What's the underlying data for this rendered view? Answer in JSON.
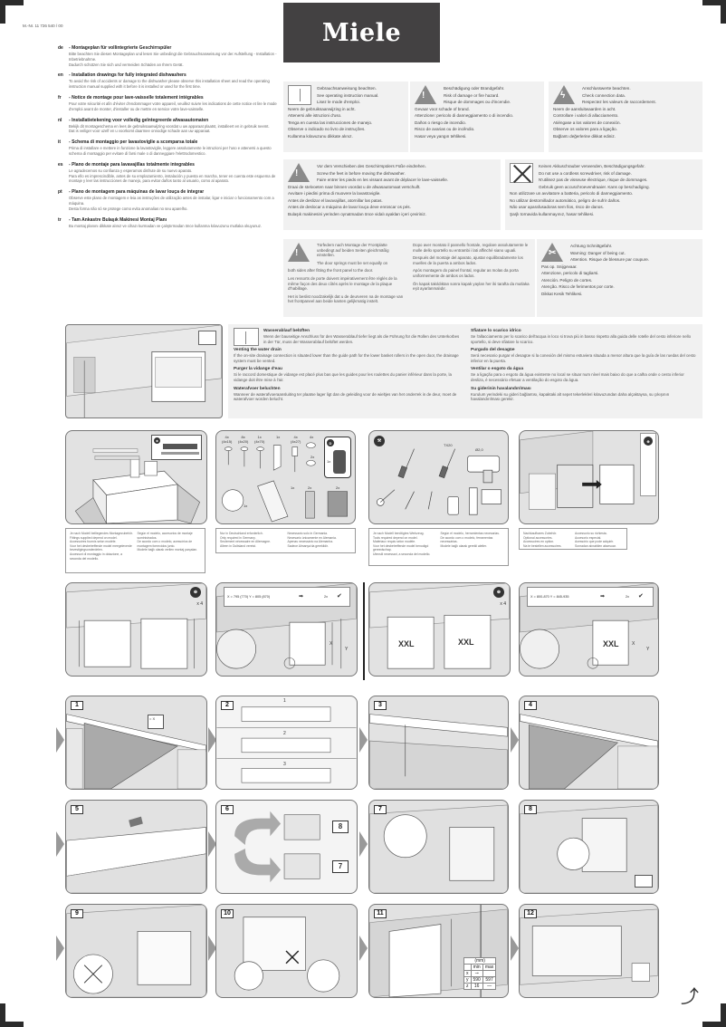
{
  "header": {
    "doc_number": "M.-Nr. 11 726 540 / 00",
    "brand": "Miele"
  },
  "intro": [
    {
      "code": "de",
      "title": "Montageplan für vollintegrierte Geschirrspüler",
      "body": [
        "Bitte beachten Sie diesen Montageplan und lesen Sie unbedingt die Gebrauchsanweisung vor der Aufstellung - Installation - Inbetriebnahme.",
        "Dadurch schützen Sie sich und vermeiden Schäden an Ihrem Gerät."
      ]
    },
    {
      "code": "en",
      "title": "Installation drawings for fully integrated dishwashers",
      "body": [
        "To avoid the risk of accidents or damage to the dishwasher please observe this installation sheet and read the operating instruction manual supplied with it before it is installed or used for the first time."
      ]
    },
    {
      "code": "fr",
      "title": "Notice de montage pour lave-vaisselle totalement intégrables",
      "body": [
        "Pour votre sécurité et afin d'éviter d'endommager votre appareil, veuillez suivre les indications de cette notice et lire le mode d'emploi avant de monter, d'installer ou de mettre en service votre lave-vaisselle."
      ]
    },
    {
      "code": "nl",
      "title": "Installatietekening voor volledig geïntegreerde afwasautomaten",
      "body": [
        "Bekijk dit montageschema en lees de gebruiksaanwijzing voordat u uw apparaat plaatst, installeert en in gebruik neemt.",
        "Dat is veiliger voor uzelf en u voorkomt daarmee onnodige schade aan uw apparaat."
      ]
    },
    {
      "code": "it",
      "title": "Schema di montaggio per lavastoviglie a scomparsa totale",
      "body": [
        "Prima di installare e mettere in funzione la lavastoviglie, leggere assolutamente le istruzioni per l'uso e attenersi a questo schema di montaggio per evitare di farsi male o di danneggiare l'elettrodomestico."
      ]
    },
    {
      "code": "es",
      "title": "Plano de montaje para lavavajillas totalmente integrables",
      "body": [
        "Le agradecemos su confianza y esperamos disfrute de su nuevo aparato.",
        "Para ello es imprescindible, antes de su emplazamiento, instalación y puesta en marcha, tener en cuenta este esquema de montaje y leer las instrucciones de manejo, para evitar daños tanto al usuario, como al aparato."
      ]
    },
    {
      "code": "pt",
      "title": "Plano de montagem para máquinas de lavar louça de integrar",
      "body": [
        "Observe este plano de montagem e leia as instruções de utilização antes de instalar, ligar e iniciar o funcionamento com a máquina.",
        "Desta forma não só se protege como evita anomalias no seu aparelho."
      ]
    },
    {
      "code": "tr",
      "title": "Tam Ankastre Bulaşık Makinesi Montaj Planı",
      "body": [
        "Bu montaj planını dikkate alınız ve cihazı kurmadan ve çalıştırmadan önce kullanma kılavuzunu mutlaka okuyunuz."
      ]
    }
  ],
  "warnings": {
    "manual": {
      "icon": "book-icon",
      "head": [
        "Gebrauchsanweisung beachten.",
        "See operating instruction manual.",
        "Lisez le mode d'emploi."
      ],
      "rest": [
        "Neem de gebruiksaanwijzing in acht.",
        "Attenersi alle istruzioni d'uso.",
        "Tenga en cuenta las instrucciones de manejo.",
        "Observe o indicado no livro de instruções.",
        "Kullanma kılavuzunu dikkate alınız."
      ]
    },
    "fire": {
      "icon": "warning-triangle-icon",
      "head": [
        "Beschädigung oder Brandgefahr.",
        "Risk of damage or fire hazard.",
        "Risque de dommages ou d'incendie."
      ],
      "rest": [
        "Gevaar voor schade of brand.",
        "Attenzione: pericolo di danneggiamento o di incendio.",
        "Daños o riesgo de incendio.",
        "Risco de avarias ou de incêndio.",
        "Hasar veya yangın tehlikesi."
      ]
    },
    "connection": {
      "icon": "electric-warning-icon",
      "head": [
        "Anschlusswerte beachten.",
        "Check connection data.",
        "Respectez les valeurs de raccordement."
      ],
      "rest": [
        "Neem de aansluitwaarden in acht.",
        "Controllare i valori di allacciamento.",
        "Atiéngase a los valores de conexión.",
        "Observe os valores para a ligação.",
        "Bağlantı değerlerine dikkat ediniz."
      ]
    },
    "feet": {
      "icon": "warning-triangle-icon",
      "head": [
        "Vor dem Verschieben des Geschirrspülers Füße eindrehen.",
        "Screw the feet in before moving the dishwasher.",
        "Faire entrer les pieds en les vissant avant de déplacer le lave-vaisselle."
      ],
      "rest": [
        "Draai de stelvoeten naar binnen voordat u de afwasautomaat verschuift.",
        "Avvitare i piedini prima di muovere la lavastoviglie.",
        "Antes de deslizar el lavavajillas, atornillar las patas.",
        "Antes de deslocar a máquina de lavar louça deve enroscar os pés.",
        "Bulaşık makinesini yerinden oynatmadan önce vidalı ayakları içeri çeviriniz."
      ]
    },
    "screwdriver": {
      "icon": "no-cordless-screwdriver-icon",
      "head": [
        "Keinen Akkuschrauber verwenden, Beschädigungsgefahr.",
        "Do not use a cordless screwdriver, risk of damage.",
        "N'utilisez pas de visseuse électrique, risque de dommages.",
        "Gebruik geen accuschroevendraaier. Kans op beschadiging."
      ],
      "rest": [
        "Non utilizzare un avvitatore a batteria, pericolo di danneggiamento.",
        "No utilizar destornillador automático, peligro de sufrir daños.",
        "Não usar aparafusadoras sem fios, risco de danos.",
        "Şarjlı tornavida kullanmayınız, hasar tehlikesi."
      ]
    },
    "springs": {
      "icon": "warning-triangle-icon",
      "head": [
        "Türfedern nach Montage der Frontplatte unbedingt auf beiden Seiten gleichmäßig einstellen.",
        "The door springs must be set equally on"
      ],
      "rest": [
        "both sides after fitting the front panel to the door.",
        "Les ressorts de porte doivent impérativement être réglés de la même façon des deux côtés après le montage de la plaque d'habillage.",
        "Het is beslist noodzakelijk dat u de deurveren na de montage van het frontpaneel aan beide kanten gelijkmatig instelt."
      ],
      "col2": [
        "Dopo aver montato il pannello frontale, regolare assolutamente le molle dello sportello su entrambi i lati affinché siano uguali.",
        "Después del montaje del aparato, ajustar equilibradamente los muelles de la puerta a ambos lados.",
        "Após montagem do painel frontal, regular as molas da porta uniformemente de ambos os lados.",
        "Ön kapak takıldıktan sonra kapak yayları her iki tarafta da mutlaka eşit ayarlanmalıdır."
      ]
    },
    "cut": {
      "icon": "cut-hazard-icon",
      "head": [
        "Achtung Schnittgefahr.",
        "Warning: Danger of being cut.",
        "Attention. Risque de blessure par coupure."
      ],
      "rest": [
        "Pas op. Snijgevaar.",
        "Attenzione, pericolo di tagliarsi.",
        "Atención. Peligro de cortes.",
        "Atenção. Risco de ferimentos por corte.",
        "Dikkat Kesik Tehlikesi."
      ]
    }
  },
  "venting": {
    "col1": [
      {
        "title": "Wasserablauf belüften",
        "text": "Wenn der bauseitige Anschluss für den Wasserablauf tiefer liegt als die Führung für die Rollen des Unterkorbes in der Tür, muss der Wasserablauf belüftet werden."
      },
      {
        "title": "Venting the water drain",
        "text": "If the on-site drainage connection is situated lower than the guide path for the lower basket rollers in the open door, the drainage system must be vented."
      },
      {
        "title": "Purger la vidange d'eau",
        "text": "Si le raccord domestique de vidange est placé plus bas que les guides pour les roulettes du panier inférieur dans la porte, la vidange doit être mise à l'air."
      },
      {
        "title": "Waterafvoer beluchten",
        "text": "Wanneer de waterafvoeraansluiting ter plaatse lager ligt dan de geleiding voor de wieltjes van het onderrek in de deur, moet de waterafvoer worden belucht."
      }
    ],
    "col2": [
      {
        "title": "Sfiatare lo scarico idrico",
        "text": "Se l'allacciamento per lo scarico dell'acqua in loco si trova più in basso rispetto alla guida delle rotelle del cesto inferiore nello sportello, si deve sfiatare lo scarico."
      },
      {
        "title": "Purgado del desagüe",
        "text": "Será necesario purgar el desagüe si la conexión del mismo estuviera situada a menor altura que la guía de las ruedas del cesto inferior en la puerta."
      },
      {
        "title": "Ventilar o esgoto da água",
        "text": "Se a ligação para o esgoto da água existente no local se situar num nível mais baixo do que a calha onde o cesto inferior desliza, é necessário efetuar a ventilação do esgoto da água."
      },
      {
        "title": "Su giderinin havalandırılması",
        "text": "Kurulum yerindeki su gideri bağlantısı, kapaktaki alt sepet tekerlekleri kılavuzundan daha alçaktaysa, su çıkışının havalandırılması gerekir."
      }
    ]
  },
  "parts": {
    "quantities": [
      {
        "qty": "4x",
        "size": "(4x15)"
      },
      {
        "qty": "8x",
        "size": "(4x20)"
      },
      {
        "qty": "1x",
        "size": "(4x70)"
      },
      {
        "qty": "1x",
        "size": ""
      },
      {
        "qty": "4x",
        "size": "(4x27)"
      },
      {
        "qty": "4x",
        "size": ""
      },
      {
        "qty": "2x",
        "size": ""
      },
      {
        "qty": "1x",
        "size": ""
      },
      {
        "qty": "1x",
        "size": ""
      },
      {
        "qty": "1x",
        "size": ""
      },
      {
        "qty": "2x",
        "size": ""
      },
      {
        "qty": "2x",
        "size": ""
      }
    ],
    "badge_d": "D"
  },
  "tools": {
    "drill": "Ø2,0",
    "drill_bit": "TX20"
  },
  "notes": {
    "fittings": {
      "col1": [
        "Je nach Modell beiliegendes Montagezubehör.",
        "Fittings supplied depend on model.",
        "Accessoires fournis selon modèle.",
        "Voor het desbetreffende model meegeleverde bevestigingsonderdelen.",
        "Accessori di montaggio in dotazione, a seconda del modello."
      ],
      "col2": [
        "Según el modelo, accesorios de montaje suministrados.",
        "De acordo com o modelo, acessórios de montagem fornecidos junto.",
        "Modele bağlı olarak verilen montaj parçaları."
      ]
    },
    "germany": {
      "col1": [
        "Nur in Deutschland erforderlich.",
        "Only required in Germany.",
        "Seulement nécessaire en Allemagne.",
        "Alleen in Duitsland vereist."
      ],
      "col2": [
        "Necessario solo in Germania.",
        "Necesario únicamente en Alemania.",
        "Apenas necessário na Alemanha.",
        "Sadece Almanya'da gereklidir."
      ]
    },
    "tools": {
      "col1": [
        "Je nach Modell benötigtes Werkzeug.",
        "Tools required depend on model.",
        "Matériaux requis selon modèle.",
        "Voor het desbetreffende model benodigd gereedschap.",
        "Utensili necessari, a seconda del modello."
      ],
      "col2": [
        "Según el modelo, herramientas necesarias.",
        "De acordo com o modelo, ferramentas necessárias.",
        "Modele bağlı olarak gerekli aletler."
      ]
    },
    "optional": {
      "col1": [
        "Nachkaufbares Zubehör.",
        "Optional accessories.",
        "Accessoires en option.",
        "Na te bestellen accessoires."
      ],
      "col2": [
        "Accessorio su richiesta.",
        "Accesorio especial.",
        "Acessório que pode adquirir.",
        "Sonradan alınabilen aksesuar."
      ]
    }
  },
  "dimensions": {
    "standard": "X = 795 (770) Y = 805 (870)",
    "xxl": "X = 800-870 Y = 845-935",
    "multiplier": "2x",
    "qty_x4": "x 4",
    "xxl_label": "XXL",
    "axis_x": "X",
    "axis_y": "Y"
  },
  "steps": [
    {
      "num": "1",
      "label": "= X"
    },
    {
      "num": "2",
      "substeps": [
        "1",
        "2",
        "3"
      ]
    },
    {
      "num": "3"
    },
    {
      "num": "4"
    },
    {
      "num": "5"
    },
    {
      "num": "6",
      "targets": [
        "8",
        "7"
      ]
    },
    {
      "num": "7"
    },
    {
      "num": "8"
    },
    {
      "num": "9"
    },
    {
      "num": "10"
    },
    {
      "num": "11"
    },
    {
      "num": "12"
    }
  ],
  "step11_table": {
    "unit": "(mm)",
    "headers": [
      "",
      "min",
      "max"
    ],
    "rows": [
      [
        "x",
        "⊸",
        ""
      ],
      [
        "y",
        "590",
        "597"
      ],
      [
        "z",
        "16",
        "—"
      ]
    ]
  }
}
